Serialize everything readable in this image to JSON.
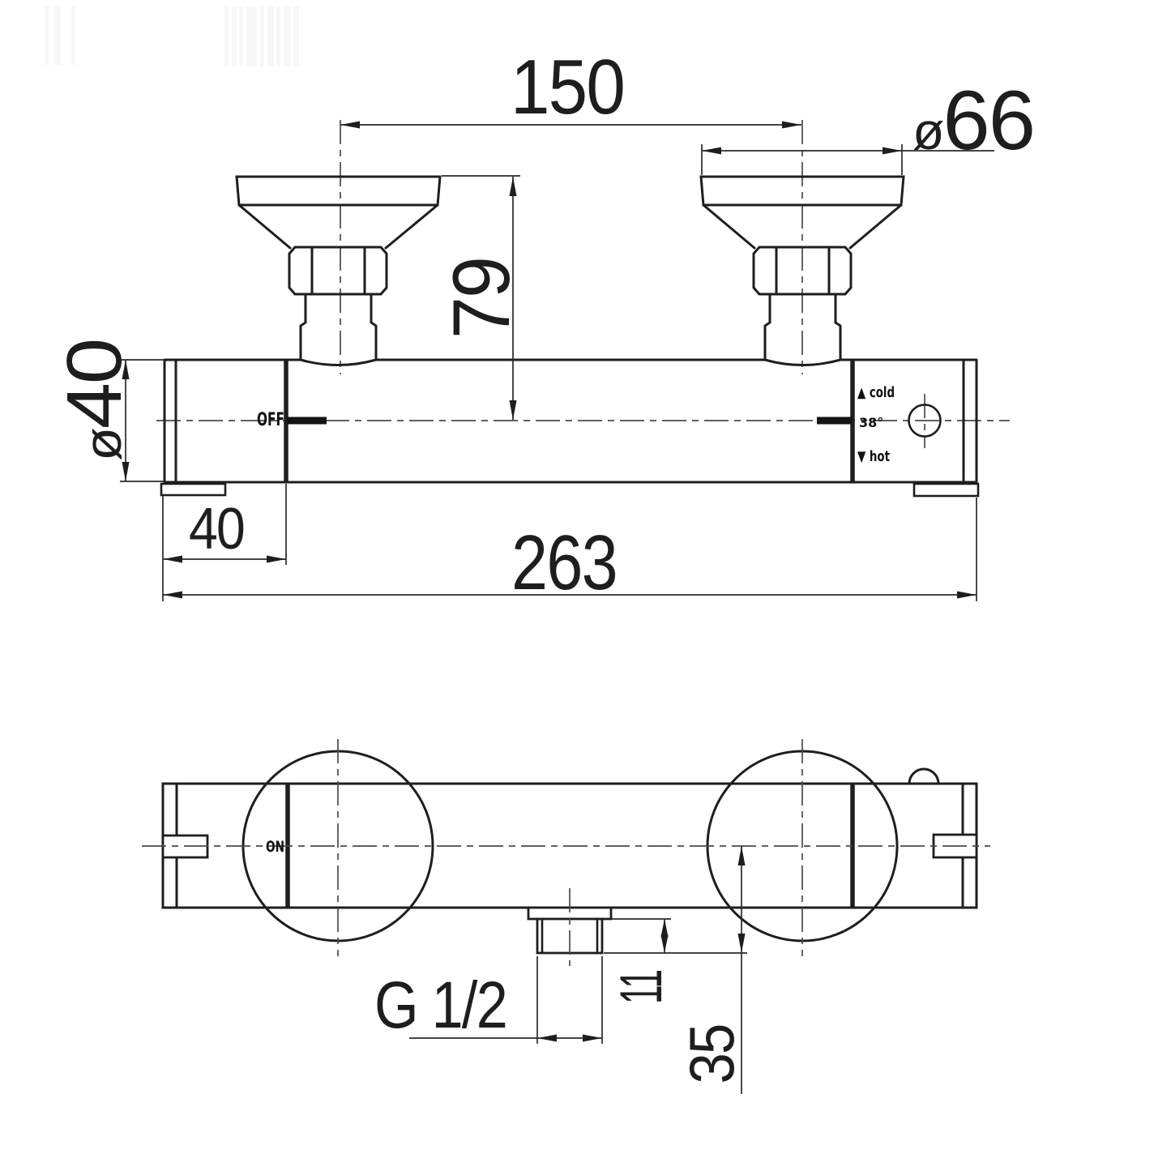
{
  "drawing": {
    "front_view": {
      "dim_center_distance": "150",
      "dim_escutcheon_prefix": "ø",
      "dim_escutcheon_value": "66",
      "dim_height_value": "79",
      "dim_bar_prefix": "ø",
      "dim_bar_value": "40",
      "dim_handle_value": "40",
      "dim_total_value": "263",
      "label_off": "OFF",
      "label_cold": "▲ cold",
      "label_temp": "38°",
      "label_hot": "▼ hot"
    },
    "plan_view": {
      "label_on": "ON",
      "dim_thread_value": "G 1/2",
      "dim_projection_value": "11",
      "dim_offset_value": "35"
    },
    "colors": {
      "line": "#1e1e1e",
      "dimension": "#2a2a2a",
      "centerline": "#4a4a4a",
      "background": "#ffffff",
      "watermark": "#f7f7f7"
    }
  }
}
